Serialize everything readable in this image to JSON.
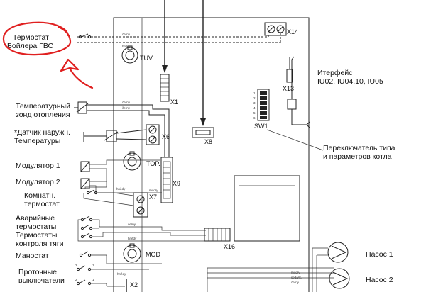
{
  "labels": {
    "boiler_thermostat": [
      "Термостат",
      "Бойлера ГВС"
    ],
    "heating_sensor": [
      "Температурный",
      "зонд отопления"
    ],
    "outdoor_sensor": [
      "*Датчик наружн.",
      "Температуры"
    ],
    "modulator1": "Модулятор 1",
    "modulator2": "Модулятор 2",
    "room_thermostat": [
      "Комнатн.",
      "термостат"
    ],
    "emergency_thermostats": [
      "Аварийные",
      "термостаты"
    ],
    "draft_thermostats": [
      "Термостаты",
      "контроля тяги"
    ],
    "manostat": "Маностат",
    "flow_switches": [
      "Проточные",
      "выключатели"
    ],
    "interface": [
      "Итерфейс",
      "IU02, IU04.10, IU05"
    ],
    "switch_note": [
      "Переключатель типа",
      "и параметров котла"
    ],
    "pump1": "Насос 1",
    "pump2": "Насос 2"
  },
  "components": {
    "x14": "X14",
    "tuv": "TUV",
    "x1": "X1",
    "x13": "X13",
    "sw1": "SW1",
    "x6": "X6",
    "x8": "X8",
    "top": "TOP.",
    "x9": "X9",
    "x7": "X7",
    "x16": "X16",
    "mod": "MOD",
    "x2": "X2"
  },
  "wire_labels": {
    "cerny": "černy",
    "hnedy": "hnědy",
    "modry": "modry",
    "sedy": "sedá/Š."
  },
  "switch_numbers": [
    "1",
    "2",
    "3",
    "4",
    "5",
    "6"
  ],
  "flow_numbers": [
    "2",
    "1",
    "2",
    "1"
  ],
  "colors": {
    "annotation": "#e02020",
    "line": "#222222"
  }
}
